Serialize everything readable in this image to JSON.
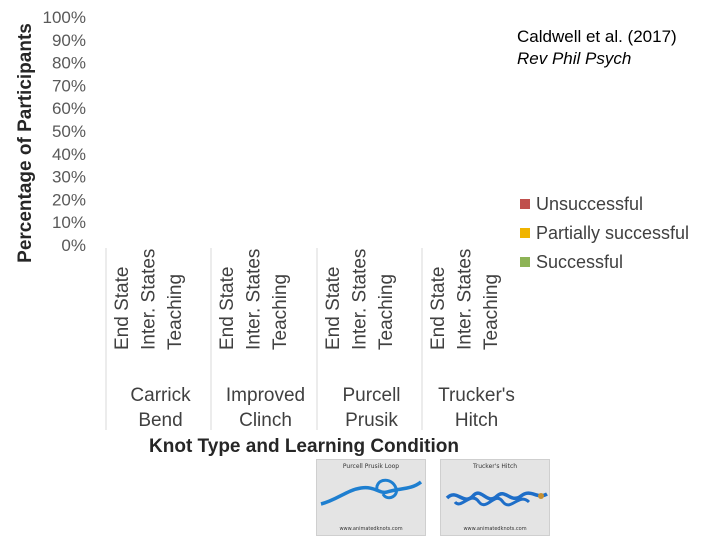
{
  "citation": {
    "authors": "Caldwell et al. (2017)",
    "journal": "Rev Phil Psych"
  },
  "colors": {
    "unsuccessful": "#c0504d",
    "partially_successful": "#f0b400",
    "successful": "#8db356",
    "axis_text": "#404040",
    "title_text": "#262626"
  },
  "chart_data": {
    "type": "bar",
    "stacked": true,
    "title": "",
    "ylabel": "Percentage of Participants",
    "xlabel": "Knot Type and Learning Condition",
    "ylim": [
      0,
      100
    ],
    "yticks": [
      "100%",
      "90%",
      "80%",
      "70%",
      "60%",
      "50%",
      "40%",
      "30%",
      "20%",
      "10%",
      "0%"
    ],
    "groups": [
      {
        "name": "Carrick Bend",
        "lines": [
          "Carrick",
          "Bend"
        ]
      },
      {
        "name": "Improved Clinch",
        "lines": [
          "Improved",
          "Clinch"
        ]
      },
      {
        "name": "Purcell Prusik",
        "lines": [
          "Purcell",
          "Prusik"
        ]
      },
      {
        "name": "Trucker's Hitch",
        "lines": [
          "Trucker's",
          "Hitch"
        ]
      }
    ],
    "conditions": [
      "End State",
      "Inter. States",
      "Teaching"
    ],
    "series": [
      {
        "name": "Unsuccessful",
        "color": "#c0504d",
        "values": []
      },
      {
        "name": "Partially successful",
        "color": "#f0b400",
        "values": []
      },
      {
        "name": "Successful",
        "color": "#8db356",
        "values": []
      }
    ],
    "legend_position": "right"
  },
  "photos": [
    {
      "caption": "Purcell Prusik Loop",
      "site": "www.animatedknots.com",
      "icon": "blue-rope-loop"
    },
    {
      "caption": "Trucker's Hitch",
      "site": "www.animatedknots.com",
      "icon": "blue-rope-hitch"
    }
  ]
}
